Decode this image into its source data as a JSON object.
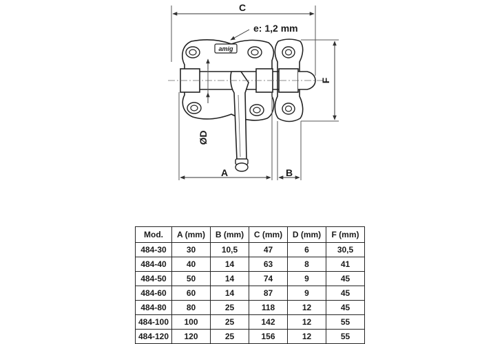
{
  "drawing": {
    "dimension_labels": {
      "C": "C",
      "thickness": "e: 1,2 mm",
      "F": "F",
      "D": "ØD",
      "A": "A",
      "B": "B"
    },
    "logo_text": "amig"
  },
  "table": {
    "headers": [
      "Mod.",
      "A (mm)",
      "B (mm)",
      "C (mm)",
      "D (mm)",
      "F (mm)"
    ],
    "rows": [
      [
        "484-30",
        "30",
        "10,5",
        "47",
        "6",
        "30,5"
      ],
      [
        "484-40",
        "40",
        "14",
        "63",
        "8",
        "41"
      ],
      [
        "484-50",
        "50",
        "14",
        "74",
        "9",
        "45"
      ],
      [
        "484-60",
        "60",
        "14",
        "87",
        "9",
        "45"
      ],
      [
        "484-80",
        "80",
        "25",
        "118",
        "12",
        "45"
      ],
      [
        "484-100",
        "100",
        "25",
        "142",
        "12",
        "55"
      ],
      [
        "484-120",
        "120",
        "25",
        "156",
        "12",
        "55"
      ]
    ]
  }
}
